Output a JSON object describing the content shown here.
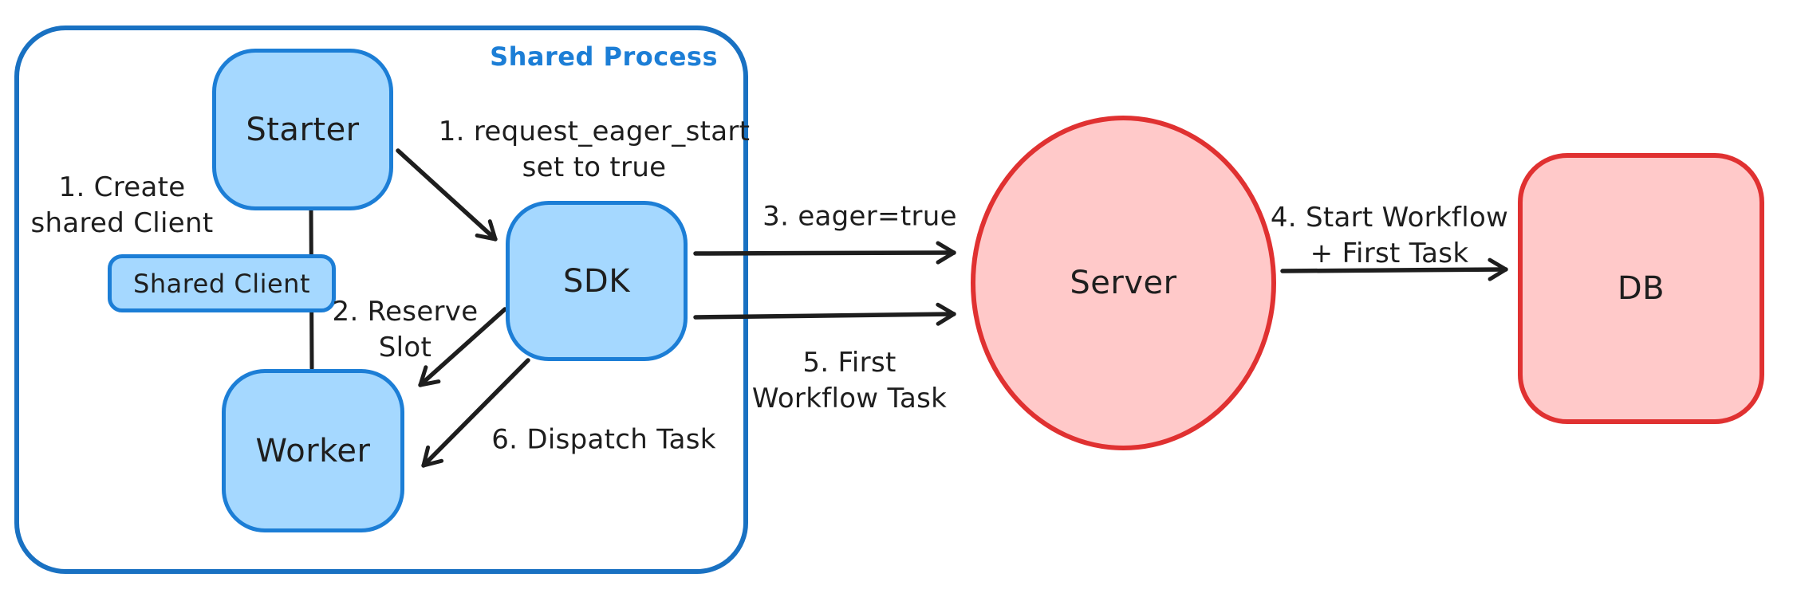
{
  "diagram": {
    "title": "Eager workflow start diagram",
    "container": {
      "label": "Shared Process"
    },
    "nodes": {
      "starter": {
        "label": "Starter",
        "shape": "rounded-square",
        "fill": "#a5d8ff",
        "stroke": "#1c7ed6"
      },
      "shared_client": {
        "label": "Shared Client",
        "shape": "rounded-rect",
        "fill": "#a5d8ff",
        "stroke": "#1c7ed6"
      },
      "worker": {
        "label": "Worker",
        "shape": "rounded-square",
        "fill": "#a5d8ff",
        "stroke": "#1c7ed6"
      },
      "sdk": {
        "label": "SDK",
        "shape": "rounded-square",
        "fill": "#a5d8ff",
        "stroke": "#1c7ed6"
      },
      "server": {
        "label": "Server",
        "shape": "ellipse",
        "fill": "#ffc9c9",
        "stroke": "#e03131"
      },
      "db": {
        "label": "DB",
        "shape": "rounded-rect",
        "fill": "#ffc9c9",
        "stroke": "#e03131"
      }
    },
    "labels": {
      "shared_process": "Shared Process",
      "create_1": "1. Create",
      "create_2": "shared Client",
      "request_eager_1": "1. request_eager_start",
      "request_eager_2": "set to true",
      "reserve_1": "2. Reserve",
      "reserve_2": "Slot",
      "eager_true": "3. eager=true",
      "start_wf_1": "4. Start Workflow",
      "start_wf_2": "+ First Task",
      "first_wft_1": "5. First",
      "first_wft_2": "Workflow Task",
      "dispatch": "6. Dispatch Task"
    },
    "edges": [
      {
        "from": "starter",
        "to": "shared_client",
        "style": "plain-line",
        "label": "1. Create shared Client"
      },
      {
        "from": "shared_client",
        "to": "worker",
        "style": "plain-line",
        "label": ""
      },
      {
        "from": "starter",
        "to": "sdk",
        "style": "arrow",
        "label": "1. request_eager_start set to true"
      },
      {
        "from": "sdk",
        "to": "worker",
        "style": "arrow",
        "label": "2. Reserve Slot"
      },
      {
        "from": "sdk",
        "to": "server",
        "style": "arrow",
        "label": "3. eager=true"
      },
      {
        "from": "server",
        "to": "db",
        "style": "arrow",
        "label": "4. Start Workflow + First Task"
      },
      {
        "from": "sdk",
        "to": "server",
        "style": "arrow",
        "label": "5. First Workflow Task"
      },
      {
        "from": "sdk",
        "to": "worker",
        "style": "arrow",
        "label": "6. Dispatch Task"
      }
    ],
    "colors": {
      "blue_stroke": "#1c7ed6",
      "blue_container_stroke": "#1971c2",
      "blue_fill": "#a5d8ff",
      "red_stroke": "#e03131",
      "red_fill": "#ffc9c9",
      "ink": "#1e1e1e",
      "background": "#ffffff"
    }
  }
}
